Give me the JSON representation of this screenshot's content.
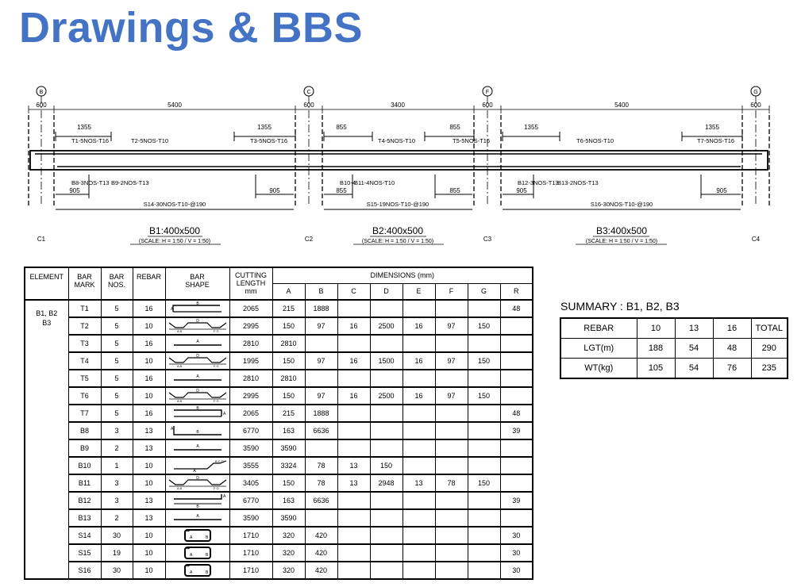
{
  "title": "Drawings & BBS",
  "drawing": {
    "grid_labels": [
      "B",
      "C",
      "F",
      "G"
    ],
    "column_labels": [
      "C1",
      "C2",
      "C3",
      "C4"
    ],
    "col_width": "600",
    "spans": [
      "5400",
      "3400",
      "5400"
    ],
    "top_extensions": [
      "1355",
      "1355",
      "855",
      "855",
      "1355",
      "1355"
    ],
    "bottom_extensions": [
      "905",
      "905",
      "855",
      "855",
      "905",
      "905"
    ],
    "top_bars": [
      "T1-5NOS-T16",
      "T2-5NOS-T10",
      "T3-5NOS-T16",
      "T4-5NOS-T10",
      "T5-5NOS-T16",
      "T6-5NOS-T10",
      "T7-5NOS-T16"
    ],
    "bottom_bars": [
      "B8-3NOS-T13",
      "B9-2NOS-T13",
      "B10-4",
      "B11-4NOS-T10",
      "B12-3NOS-T13",
      "B13-2NOS-T13"
    ],
    "stirrups": [
      "S14-30NOS-T10-@190",
      "S15-19NOS-T10-@190",
      "S16-30NOS-T10-@190"
    ],
    "beams": [
      {
        "name": "B1:400x500",
        "scale": "(SCALE: H = 1:50  / V = 1:50)"
      },
      {
        "name": "B2:400x500",
        "scale": "(SCALE: H = 1:50  / V = 1:50)"
      },
      {
        "name": "B3:400x500",
        "scale": "(SCALE: H = 1:50  / V = 1:50)"
      }
    ]
  },
  "bbs": {
    "headers": {
      "element": "ELEMENT",
      "bar_mark": [
        "BAR",
        "MARK"
      ],
      "bar_nos": [
        "BAR",
        "NOS."
      ],
      "rebar": "REBAR",
      "bar_shape": [
        "BAR",
        "SHAPE"
      ],
      "cutting_length": [
        "CUTTING",
        "LENGTH",
        "mm"
      ],
      "dimensions": "DIMENSIONS (mm)",
      "dim_cols": [
        "A",
        "B",
        "C",
        "D",
        "E",
        "F",
        "G",
        "R"
      ]
    },
    "element": [
      "B1, B2",
      "B3"
    ],
    "rows": [
      {
        "mark": "T1",
        "nos": "5",
        "rebar": "16",
        "shape": "crank-up",
        "cl": "2065",
        "dims": [
          "215",
          "1888",
          "",
          "",
          "",
          "",
          "",
          "48"
        ]
      },
      {
        "mark": "T2",
        "nos": "5",
        "rebar": "10",
        "shape": "bent",
        "cl": "2995",
        "dims": [
          "150",
          "97",
          "16",
          "2500",
          "16",
          "97",
          "150",
          ""
        ]
      },
      {
        "mark": "T3",
        "nos": "5",
        "rebar": "16",
        "shape": "straight",
        "cl": "2810",
        "dims": [
          "2810",
          "",
          "",
          "",
          "",
          "",
          "",
          ""
        ]
      },
      {
        "mark": "T4",
        "nos": "5",
        "rebar": "10",
        "shape": "bent",
        "cl": "1995",
        "dims": [
          "150",
          "97",
          "16",
          "1500",
          "16",
          "97",
          "150",
          ""
        ]
      },
      {
        "mark": "T5",
        "nos": "5",
        "rebar": "16",
        "shape": "straight",
        "cl": "2810",
        "dims": [
          "2810",
          "",
          "",
          "",
          "",
          "",
          "",
          ""
        ]
      },
      {
        "mark": "T6",
        "nos": "5",
        "rebar": "10",
        "shape": "bent",
        "cl": "2995",
        "dims": [
          "150",
          "97",
          "16",
          "2500",
          "16",
          "97",
          "150",
          ""
        ]
      },
      {
        "mark": "T7",
        "nos": "5",
        "rebar": "16",
        "shape": "crank-down",
        "cl": "2065",
        "dims": [
          "215",
          "1888",
          "",
          "",
          "",
          "",
          "",
          "48"
        ]
      },
      {
        "mark": "B8",
        "nos": "3",
        "rebar": "13",
        "shape": "l-up",
        "cl": "6770",
        "dims": [
          "163",
          "6636",
          "",
          "",
          "",
          "",
          "",
          "39"
        ]
      },
      {
        "mark": "B9",
        "nos": "2",
        "rebar": "13",
        "shape": "straight",
        "cl": "3590",
        "dims": [
          "3590",
          "",
          "",
          "",
          "",
          "",
          "",
          ""
        ]
      },
      {
        "mark": "B10",
        "nos": "1",
        "rebar": "10",
        "shape": "half-bent",
        "cl": "3555",
        "dims": [
          "3324",
          "78",
          "13",
          "150",
          "",
          "",
          "",
          ""
        ]
      },
      {
        "mark": "B11",
        "nos": "3",
        "rebar": "10",
        "shape": "bent",
        "cl": "3405",
        "dims": [
          "150",
          "78",
          "13",
          "2948",
          "13",
          "78",
          "150",
          ""
        ]
      },
      {
        "mark": "B12",
        "nos": "3",
        "rebar": "13",
        "shape": "l-down",
        "cl": "6770",
        "dims": [
          "163",
          "6636",
          "",
          "",
          "",
          "",
          "",
          "39"
        ]
      },
      {
        "mark": "B13",
        "nos": "2",
        "rebar": "13",
        "shape": "straight",
        "cl": "3590",
        "dims": [
          "3590",
          "",
          "",
          "",
          "",
          "",
          "",
          ""
        ]
      },
      {
        "mark": "S14",
        "nos": "30",
        "rebar": "10",
        "shape": "stirrup",
        "cl": "1710",
        "dims": [
          "320",
          "420",
          "",
          "",
          "",
          "",
          "",
          "30"
        ]
      },
      {
        "mark": "S15",
        "nos": "19",
        "rebar": "10",
        "shape": "stirrup",
        "cl": "1710",
        "dims": [
          "320",
          "420",
          "",
          "",
          "",
          "",
          "",
          "30"
        ]
      },
      {
        "mark": "S16",
        "nos": "30",
        "rebar": "10",
        "shape": "stirrup",
        "cl": "1710",
        "dims": [
          "320",
          "420",
          "",
          "",
          "",
          "",
          "",
          "30"
        ]
      }
    ]
  },
  "summary": {
    "title": "SUMMARY :  B1, B2, B3",
    "header": [
      "REBAR",
      "10",
      "13",
      "16",
      "TOTAL"
    ],
    "rows": [
      [
        "LGT(m)",
        "188",
        "54",
        "48",
        "290"
      ],
      [
        "WT(kg)",
        "105",
        "54",
        "76",
        "235"
      ]
    ]
  }
}
